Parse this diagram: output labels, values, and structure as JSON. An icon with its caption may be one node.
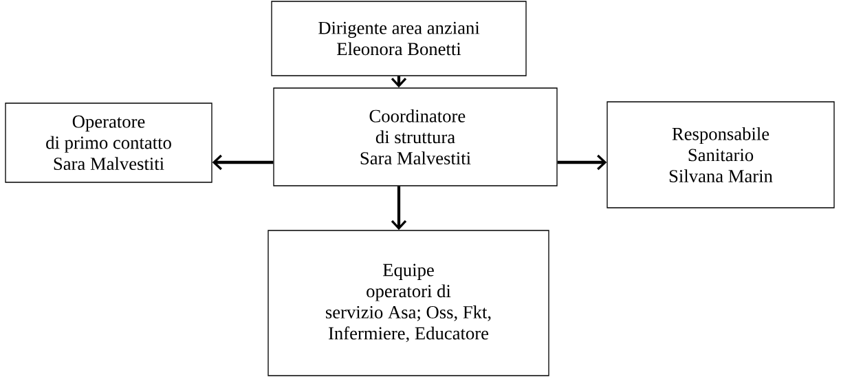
{
  "diagram": {
    "nodes": [
      {
        "text": [
          "Dirigente area anziani Eleonora Bonetti"
        ]
      },
      {
        "text": [
          "Operatore di primo contatto Sara Malvestiti"
        ]
      },
      {
        "text": [
          "Coordinatore di struttura Sara Malvestiti"
        ]
      },
      {
        "text": [
          "Responsabile Sanitario Silvana Marin"
        ]
      },
      {
        "text": [
          "Equipe operatori di servizio Asa; Oss, Fkt, Infermiere, Educatore"
        ]
      }
    ],
    "edges": [
      {
        "from": 0,
        "to": 2,
        "arrow": "to"
      },
      {
        "from": 2,
        "to": 1,
        "arrow": "to"
      },
      {
        "from": 2,
        "to": 3,
        "arrow": "to"
      },
      {
        "from": 2,
        "to": 4,
        "arrow": "to"
      }
    ]
  }
}
